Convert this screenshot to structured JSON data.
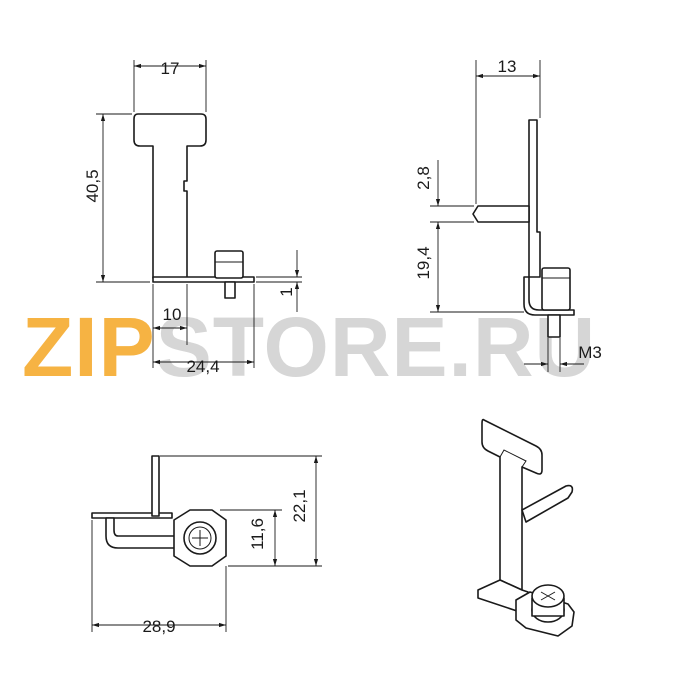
{
  "watermark": {
    "brand_prefix": "ZIP",
    "brand_suffix": "STORE.RU",
    "prefix_color": "#f5a623",
    "suffix_color": "#cfcfcf"
  },
  "front_view": {
    "width_label": "17",
    "height_label": "40,5",
    "offset_label": "10",
    "length_label": "24,4",
    "thickness_label": "1"
  },
  "side_view": {
    "width_label": "13",
    "tab_label": "2,8",
    "tab_height_label": "19,4",
    "thread_label": "M3"
  },
  "top_view": {
    "length_label": "28,9",
    "inner_label": "11,6",
    "outer_label": "22,1"
  },
  "isometric_view": {}
}
